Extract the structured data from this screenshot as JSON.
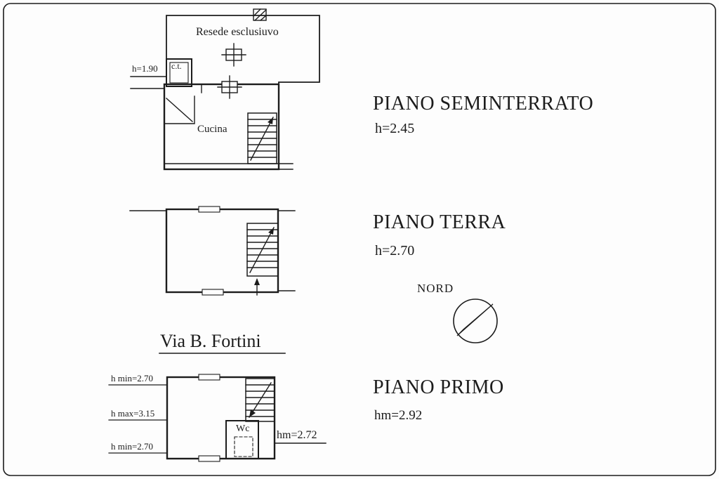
{
  "floors": {
    "seminterrato": {
      "title": "PIANO SEMINTERRATO",
      "height": "h=2.45",
      "resede_label": "Resede esclusiuvo",
      "ct_label": "c.t.",
      "ct_height": "h=1.90",
      "kitchen_label": "Cucina"
    },
    "terra": {
      "title": "PIANO TERRA",
      "height": "h=2.70"
    },
    "primo": {
      "title": "PIANO PRIMO",
      "height": "hm=2.92",
      "wc_label": "Wc",
      "wc_height": "hm=2.72",
      "annotations": {
        "h_min_top": "h min=2.70",
        "h_max": "h max=3.15",
        "h_min_bottom": "h min=2.70"
      }
    }
  },
  "street_label": "Via B. Fortini",
  "compass_label": "NORD",
  "colors": {
    "ink": "#1c1c1c",
    "paper": "#fdfdfd"
  }
}
